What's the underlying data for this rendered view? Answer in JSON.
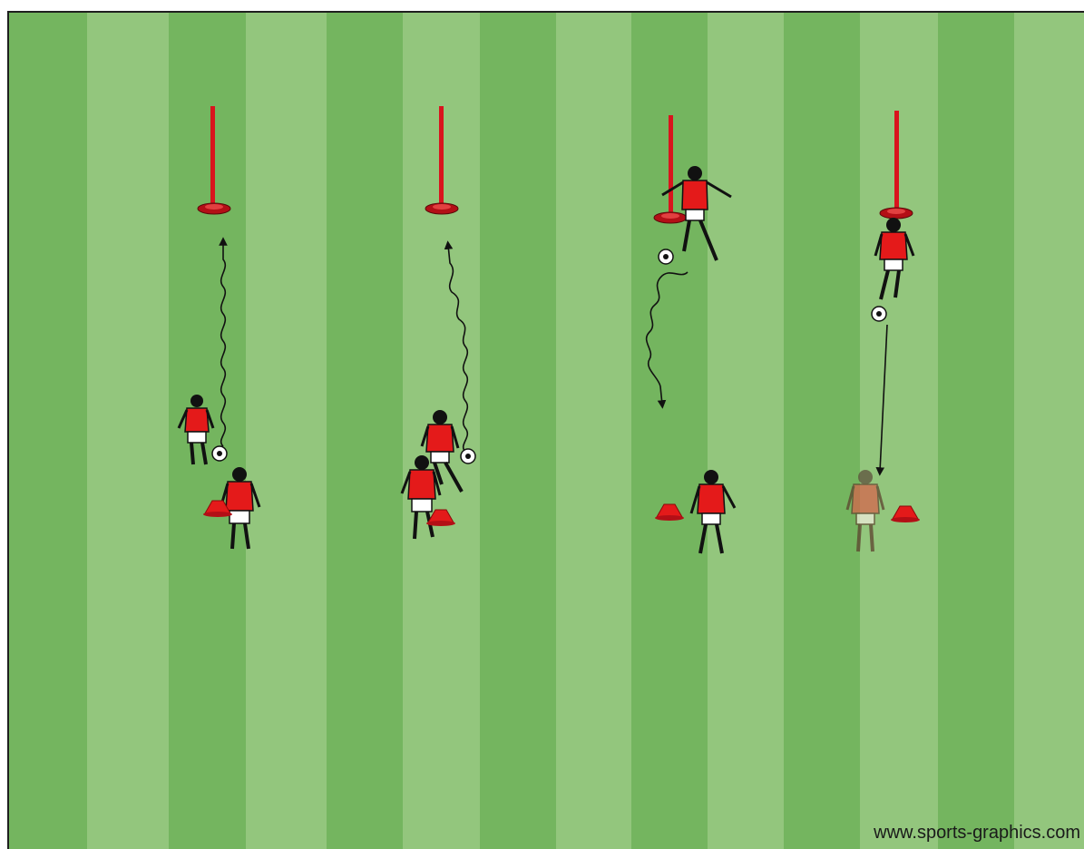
{
  "watermark": "www.sports-graphics.com",
  "colors": {
    "stripe_dark": "#74b55f",
    "stripe_light": "#93c67d",
    "kit_red": "#e41a1a",
    "pole_red": "#d9141d",
    "shorts": "#ffffff",
    "arrow": "#111111"
  },
  "stations": [
    {
      "name": "station-1",
      "pole": "red-pole",
      "cone": "red-cone",
      "players": 2,
      "ball": "soccer-ball",
      "run": "dribble-arrow-up"
    },
    {
      "name": "station-2",
      "pole": "red-pole",
      "cone": "red-cone",
      "players": 2,
      "ball": "soccer-ball",
      "run": "dribble-arrow-up"
    },
    {
      "name": "station-3",
      "pole": "red-pole",
      "cone": "red-cone",
      "players": 2,
      "ball": "soccer-ball",
      "run": "dribble-arrow-down"
    },
    {
      "name": "station-4",
      "pole": "red-pole",
      "cone": "red-cone",
      "players": 2,
      "ball": "soccer-ball",
      "run": "pass-arrow-down"
    }
  ]
}
